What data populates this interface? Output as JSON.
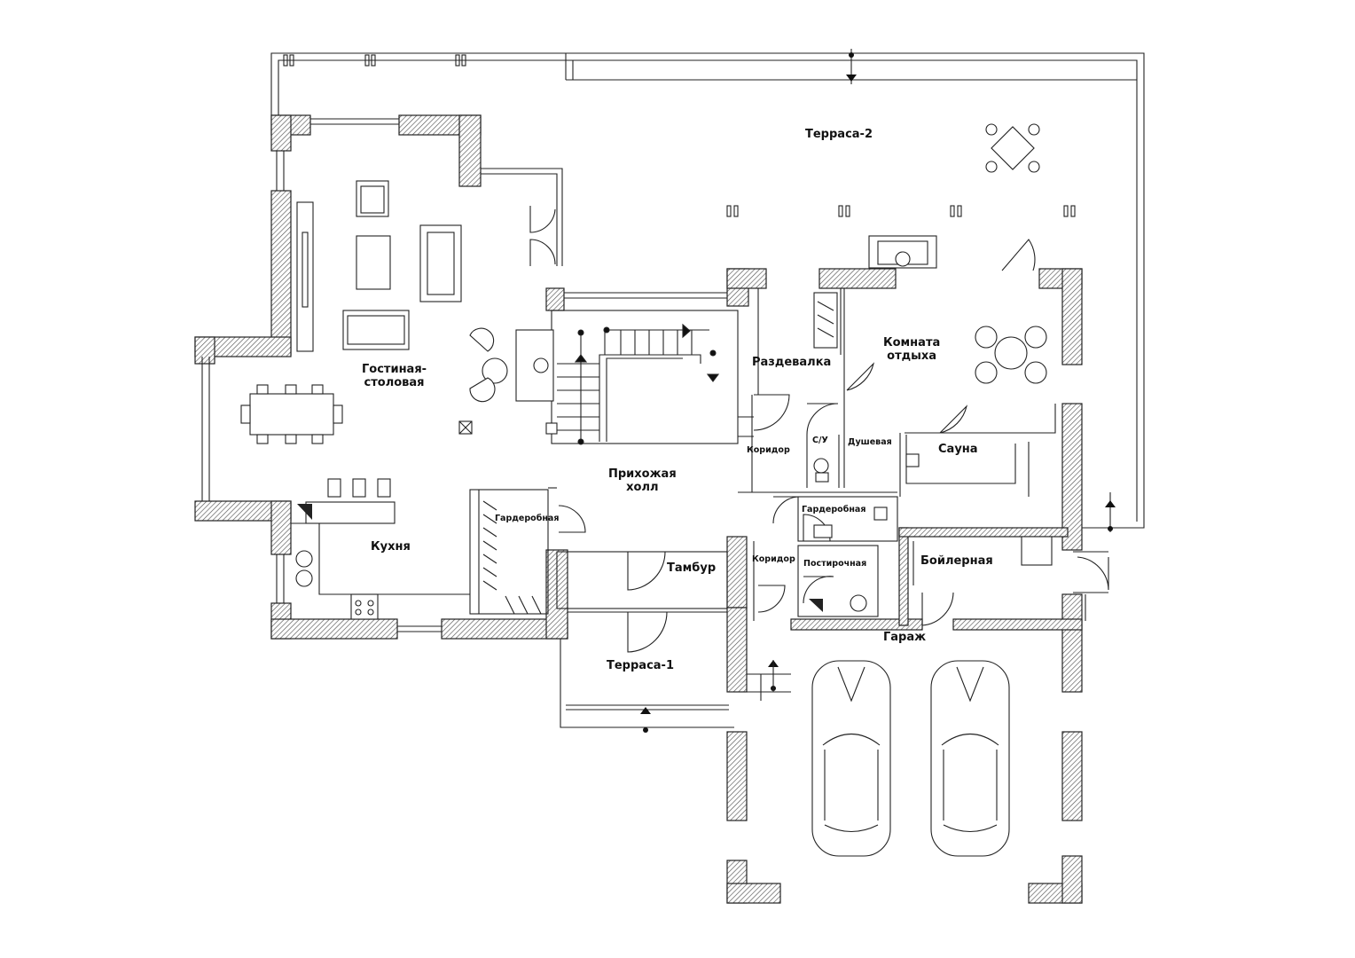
{
  "rooms": {
    "terrace2": "Терраса-2",
    "living": "Гостиная-\nстоловая",
    "razdevalka": "Раздевалка",
    "rest_room": "Комната\nотдыха",
    "prikhozhaya": "Прихожая\nхолл",
    "koridor1": "Коридор",
    "su": "С/У",
    "dushevaya": "Душевая",
    "sauna": "Сауна",
    "garderob1": "Гардеробная",
    "garderob2": "Гардеробная",
    "kukhnya": "Кухня",
    "tambur": "Тамбур",
    "koridor2": "Коридор",
    "postirochnaya": "Постирочная",
    "boilernaya": "Бойлерная",
    "garazh": "Гараж",
    "terrace1": "Терраса-1"
  }
}
